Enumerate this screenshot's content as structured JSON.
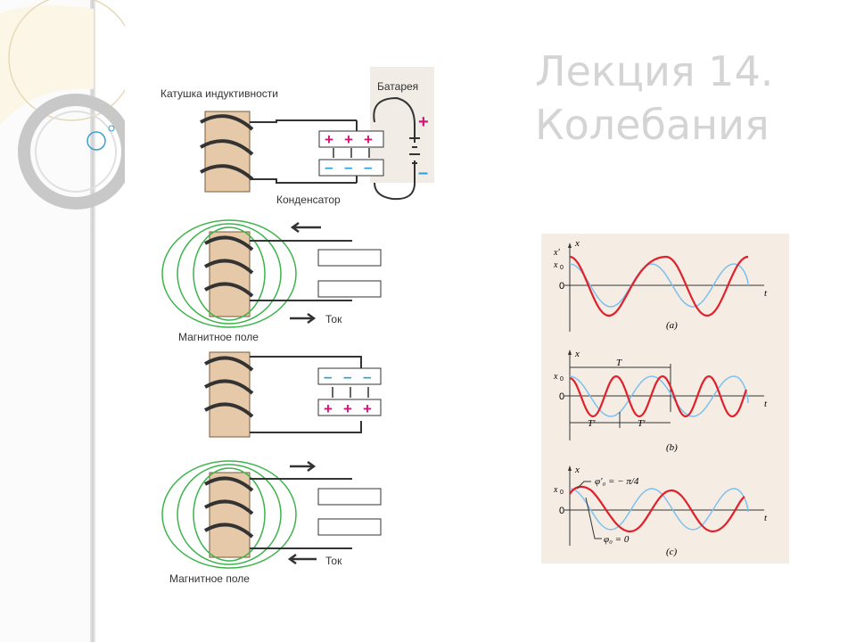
{
  "slide": {
    "title_line1": "Лекция 14.",
    "title_line2": "Колебания"
  },
  "circuit": {
    "inductor_label": "Катушка индуктивности",
    "battery_label": "Батарея",
    "capacitor_label": "Конденсатор",
    "current_label": "Ток",
    "field_label": "Магнитное поле",
    "plus_sign": "+",
    "minus_sign": "–"
  },
  "graphs": {
    "axis_x": "x",
    "axis_t": "t",
    "zero": "0",
    "x0": "x",
    "x0_sub": "0",
    "x0_prime": "x'",
    "period_T": "T",
    "period_Tprime": "T'",
    "phase_shifted": "φ'₀ = − π/4",
    "phase_zero": "φ₀ = 0",
    "caption_a": "(a)",
    "caption_b": "(b)",
    "caption_c": "(c)",
    "colors": {
      "red": "#e0202a",
      "blue": "#7cc0ee",
      "panel": "#f5ece3"
    }
  }
}
